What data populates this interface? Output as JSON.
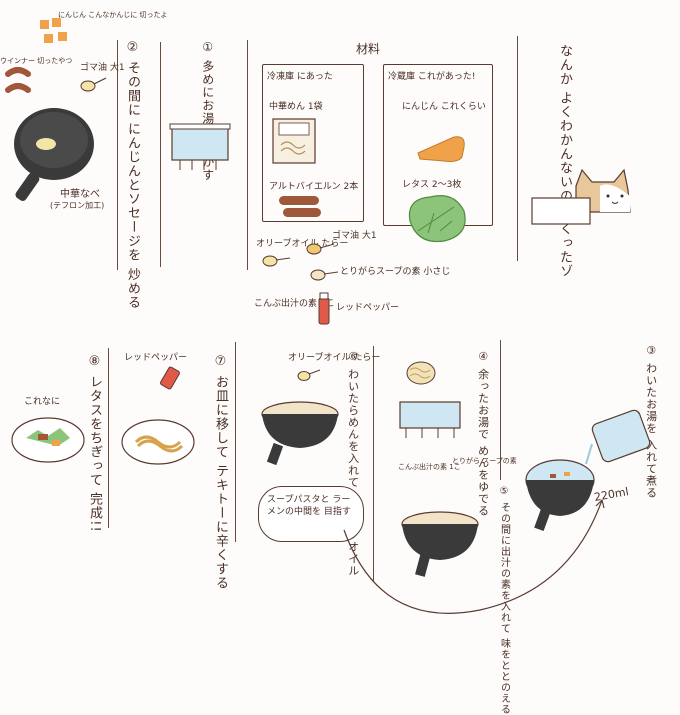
{
  "title": "材料",
  "cat_text": "なんか よくわかんないの つくったゾ",
  "ingredients": {
    "fridge_label": "冷凍庫 にあった",
    "noodle": "中華めん 1袋",
    "sausage": "アルトバイエルン 2本",
    "veg_label": "冷蔵庫 これがあった!",
    "carrot": "にんじん これくらい",
    "lettuce": "レタス 2〜3枚",
    "olive": "オリーブオイル たらー",
    "sesame": "ゴマ油 大1",
    "chinese_soup": "とりがらスープの素 小さじ",
    "kombu": "こんぶ出汁の素 1こ",
    "red_pepper": "レッドペッパー"
  },
  "steps": {
    "s1": "① 多めにお湯を 沸かす",
    "s2": "② その間に にんじんとソセージを 炒める",
    "s3": "③ わいたお湯を 入れて煮る",
    "s4": "④ 余ったお湯で めんをゆでる",
    "s5": "⑤ その間に出汁の素を入れて 味をととのえる",
    "s6": "⑥ わいたらめんを入れて オリーブオイル",
    "s7": "⑦ お皿に移して テキトーに辛くする",
    "s8": "⑧ レタスをちぎって 完成!!"
  },
  "notes": {
    "pan_label": "中華なべ",
    "pan_sub": "(テフロン加工)",
    "carrot_note": "にんじん こんなかんじに 切ったよ",
    "sausage_note": "ウインナー 切ったやつ",
    "sesame_note": "ゴマ油 大1",
    "speech": "スープパスタと ラーメンの中間を 目指す",
    "ml": "220ml",
    "kore": "これなに",
    "pepper_label": "レッドペッパー",
    "olive2": "オリーブオイル たらー",
    "dashi_note": "こんぶ出汁の素 1こ",
    "tori_note": "とりがら スープの素"
  },
  "colors": {
    "ink": "#4a2e24",
    "carrot": "#f0a24a",
    "sausage": "#a0583a",
    "lettuce": "#8cc47a",
    "pan": "#3a3a3a",
    "water": "#cfe7f2"
  }
}
